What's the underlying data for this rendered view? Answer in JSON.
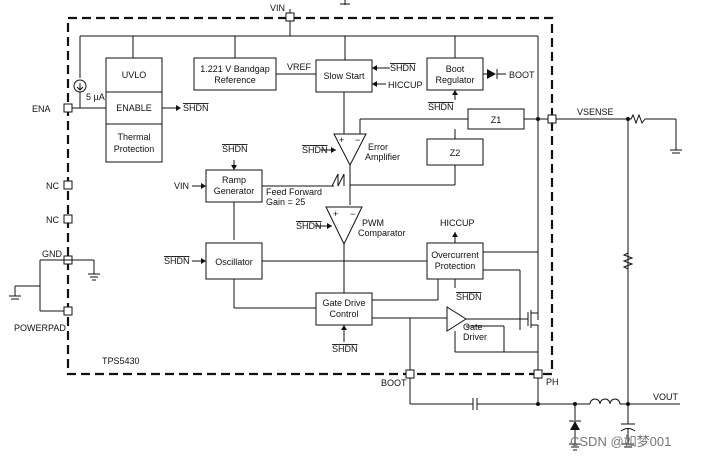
{
  "pins": {
    "vin": "VIN",
    "ena": "ENA",
    "nc1": "NC",
    "nc2": "NC",
    "gnd": "GND",
    "powerpad": "POWERPAD",
    "boot_out": "BOOT",
    "vsense": "VSENSE",
    "boot_pin": "BOOT",
    "ph": "PH",
    "vout": "VOUT"
  },
  "blocks": {
    "uvlo": "UVLO",
    "enable": "ENABLE",
    "thermal_1": "Thermal",
    "thermal_2": "Protection",
    "bandgap_1": "1.221 V Bandgap",
    "bandgap_2": "Reference",
    "slow_start": "Slow Start",
    "boot_reg_1": "Boot",
    "boot_reg_2": "Regulator",
    "z1": "Z1",
    "z2": "Z2",
    "ramp_1": "Ramp",
    "ramp_2": "Generator",
    "oscillator": "Oscillator",
    "overcurrent_1": "Overcurrent",
    "overcurrent_2": "Protection",
    "gate_ctrl_1": "Gate Drive",
    "gate_ctrl_2": "Control"
  },
  "labels": {
    "current_source": "5 µA",
    "shdn_enable": "SHDN",
    "vref": "VREF",
    "shdn_slow": "SHDN",
    "hiccup_slow": "HICCUP",
    "shdn_boot": "SHDN",
    "shdn_error": "SHDN",
    "error_amp_1": "Error",
    "error_amp_2": "Amplifier",
    "shdn_ramp": "SHDN",
    "vin_ramp": "VIN",
    "feed_forward_1": "Feed Forward",
    "feed_forward_2": "Gain = 25",
    "shdn_pwm": "SHDN",
    "pwm_1": "PWM",
    "pwm_2": "Comparator",
    "hiccup_oc": "HICCUP",
    "shdn_osc": "SHDN",
    "shdn_oc": "SHDN",
    "gate_driver_1": "Gate",
    "gate_driver_2": "Driver",
    "shdn_gate": "SHDN",
    "part": "TPS5430",
    "plus": "+",
    "minus": "−",
    "plus2": "+",
    "minus2": "−"
  },
  "watermark": "CSDN @如梦001"
}
